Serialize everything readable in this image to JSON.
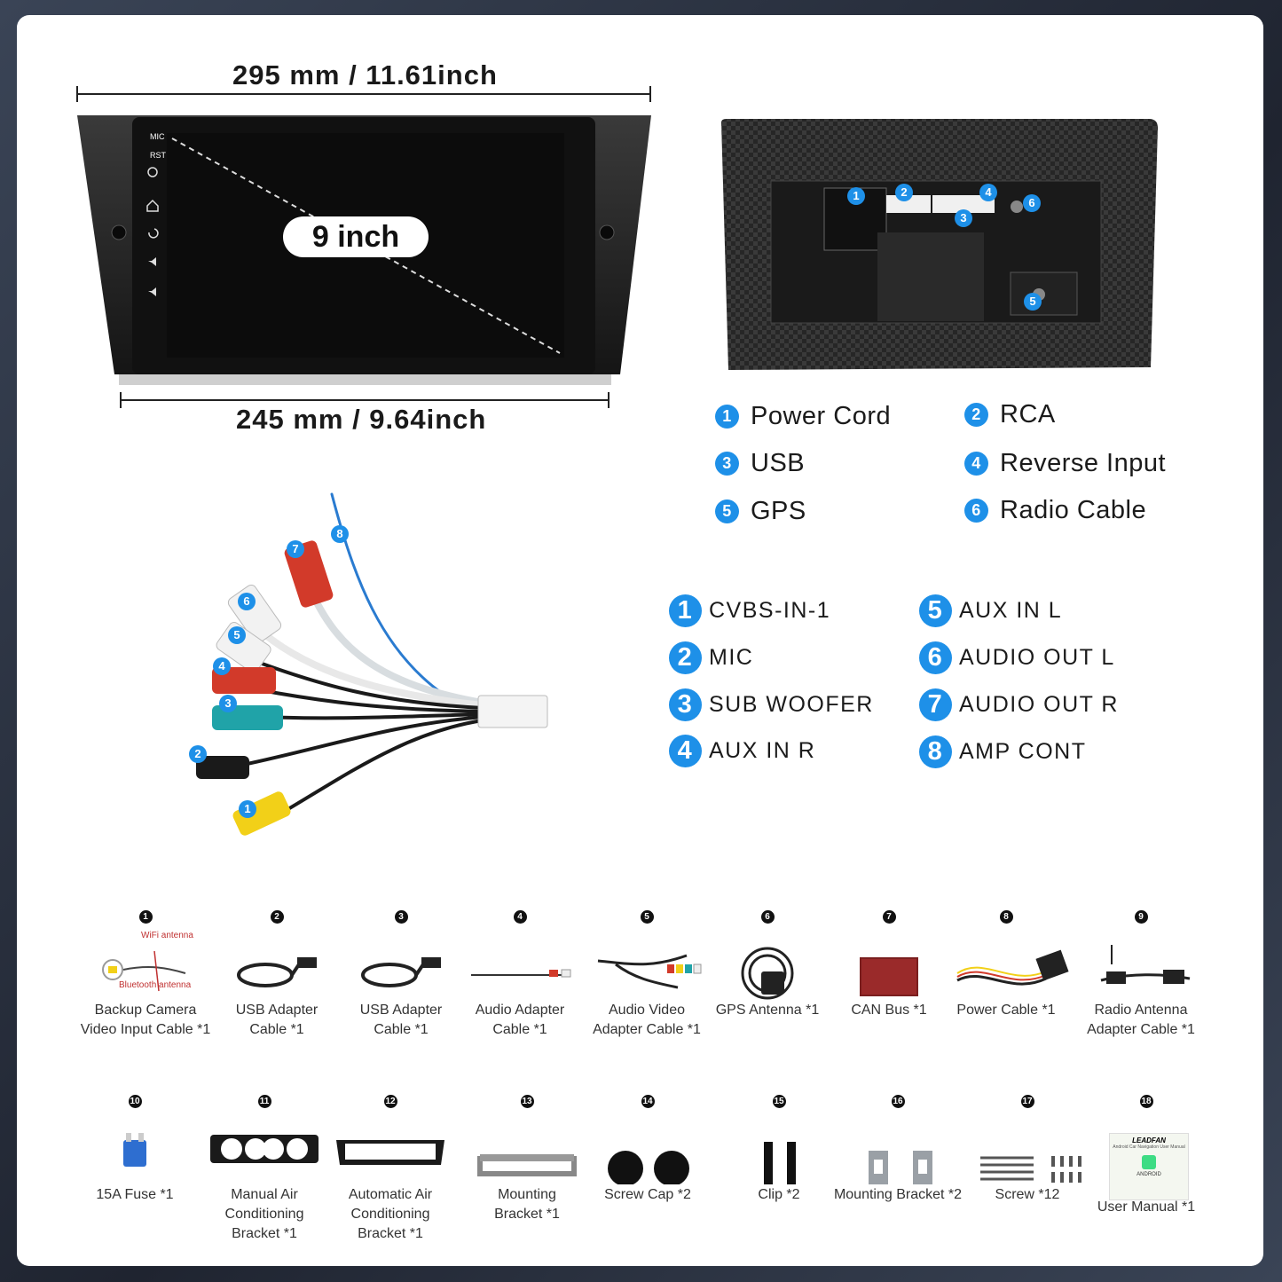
{
  "dimensions": {
    "width_top": "295 mm / 11.61inch",
    "width_bottom": "245 mm / 9.64inch",
    "screen_size": "9 inch"
  },
  "panel_buttons": [
    "MIC",
    "RST"
  ],
  "back_ports": [
    {
      "num": "1",
      "label": "Power Cord"
    },
    {
      "num": "2",
      "label": "RCA"
    },
    {
      "num": "3",
      "label": "USB"
    },
    {
      "num": "4",
      "label": "Reverse Input"
    },
    {
      "num": "5",
      "label": "GPS"
    },
    {
      "num": "6",
      "label": "Radio Cable"
    }
  ],
  "rca_ports": [
    {
      "num": "1",
      "label": "CVBS-IN-1"
    },
    {
      "num": "2",
      "label": "MIC"
    },
    {
      "num": "3",
      "label": "SUB WOOFER"
    },
    {
      "num": "4",
      "label": "AUX IN R"
    },
    {
      "num": "5",
      "label": "AUX IN L"
    },
    {
      "num": "6",
      "label": "AUDIO OUT L"
    },
    {
      "num": "7",
      "label": "AUDIO OUT R"
    },
    {
      "num": "8",
      "label": "AMP CONT"
    }
  ],
  "accessories_row1": [
    {
      "num": "1",
      "line1": "Backup Camera",
      "line2": "Video Input Cable *1",
      "sub1": "WiFi antenna",
      "sub2": "Bluetooth antenna"
    },
    {
      "num": "2",
      "line1": "USB Adapter",
      "line2": "Cable *1"
    },
    {
      "num": "3",
      "line1": "USB Adapter",
      "line2": "Cable *1"
    },
    {
      "num": "4",
      "line1": "Audio Adapter",
      "line2": "Cable *1"
    },
    {
      "num": "5",
      "line1": "Audio Video",
      "line2": "Adapter Cable *1"
    },
    {
      "num": "6",
      "line1": "GPS Antenna *1",
      "line2": ""
    },
    {
      "num": "7",
      "line1": "CAN Bus *1",
      "line2": ""
    },
    {
      "num": "8",
      "line1": "Power Cable *1",
      "line2": ""
    },
    {
      "num": "9",
      "line1": "Radio Antenna",
      "line2": "Adapter Cable *1"
    }
  ],
  "accessories_row2": [
    {
      "num": "10",
      "line1": "15A Fuse *1",
      "line2": ""
    },
    {
      "num": "11",
      "line1": "Manual Air",
      "line2": "Conditioning",
      "line3": "Bracket *1"
    },
    {
      "num": "12",
      "line1": "Automatic Air",
      "line2": "Conditioning",
      "line3": "Bracket *1"
    },
    {
      "num": "13",
      "line1": "Mounting",
      "line2": "Bracket *1"
    },
    {
      "num": "14",
      "line1": "Screw Cap *2",
      "line2": ""
    },
    {
      "num": "15",
      "line1": "Clip *2",
      "line2": ""
    },
    {
      "num": "16",
      "line1": "Mounting Bracket *2",
      "line2": ""
    },
    {
      "num": "17",
      "line1": "Screw *12",
      "line2": ""
    },
    {
      "num": "18",
      "line1": "User Manual *1",
      "line2": ""
    }
  ],
  "manual_brand": "LEADFAN",
  "manual_sub": "Android Car Navigation User Manual",
  "manual_os": "ANDROID",
  "colors": {
    "accent": "#1e90e8",
    "frame": "#262d3a"
  }
}
